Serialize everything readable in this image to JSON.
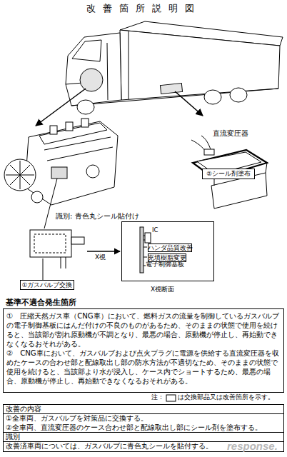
{
  "diagram": {
    "title": "改善箇所説明図",
    "nodes": [
      {
        "text": [
          "②シール剤塗布"
        ]
      },
      {
        "text": [
          "①ガスバルブ交換"
        ]
      },
      {
        "text": [
          "X視断面"
        ]
      },
      {
        "text": [
          "ハンダ品質改善"
        ],
        "in": 2
      },
      {
        "text": [
          "充填樹脂変更"
        ],
        "in": 2
      },
      {
        "text": [
          "基準不適合発生箇所",
          "①　圧縮天然ガス車（CNG車）において、燃料ガスの流量を制御しているガスバルブの電子制御基板にはんだ付けの不良のものがあるため、そのままの状態で使用を続けると、当該部が割れ原動機が不調となり、最悪の場合、原動機が停止し、再始動できなくなるおそれがある。",
          "②　CNG車において、ガスバルブおよび点火プラグに電源を供給する直流変圧器を収めたケースの合わせ部と配線取出し部の防水方法が不適切なため、そのままの状態で使用を続けると、当該部より水が浸入し、ケース内でショートするため、最悪の場合、原動機が停止し、再始動できなくなるおそれがある。"
        ]
      },
      {
        "text": [
          "改善の内容",
          "①全車両、ガスバルブを対策品に交換する。",
          "②全車両、直流変圧器のケース合わせ部と配線取出し部にシール剤を塗布する。",
          "識別",
          "改善済車両については、ガスバルブに青色丸シールを貼付する。"
        ]
      }
    ],
    "labels": [
      "直流変圧器",
      "識別: 青色丸シール貼付け",
      "X視",
      "IC",
      "電子制御基板",
      "注：",
      "は交換部品又は改善箇所を示す。",
      "response."
    ]
  }
}
